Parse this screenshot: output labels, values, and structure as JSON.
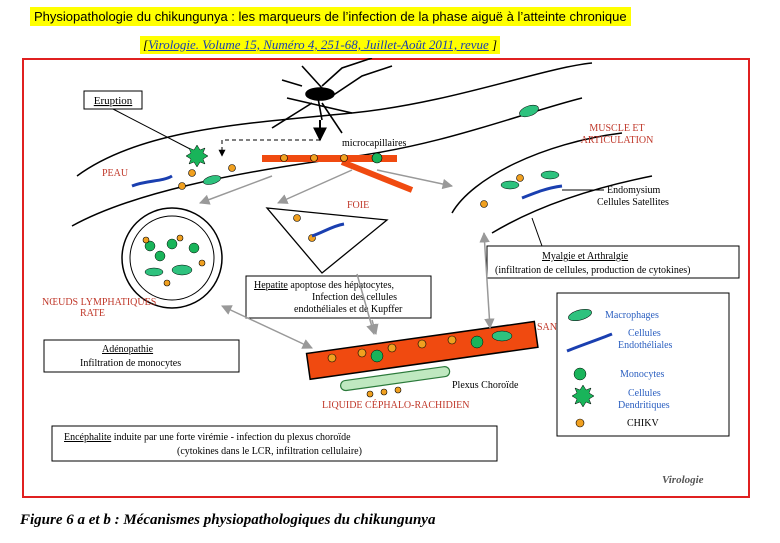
{
  "header": {
    "title": "Physiopathologie du chikungunya : les marqueurs de l’infection de la phase aiguë à l’atteinte chronique",
    "source_open": "[",
    "source_link": "Virologie. Volume 15, Numéro 4, 251-68, Juillet-Août 2011, revue",
    "source_close": " ]"
  },
  "diagram": {
    "eruption": "Eruption",
    "microcapillaires": "microcapillaires",
    "peau": "PEAU",
    "foie": "FOIE",
    "muscle_line1": "MUSCLE ET",
    "muscle_line2": "ARTICULATION",
    "endomysium": "Endomysium",
    "cellules_satellites": "Cellules Satellites",
    "myalgie_title": "Myalgie et Arthralgie",
    "myalgie_text": "(infiltration de cellules, production de cytokines)",
    "noeuds_line1": "NŒUDS LYMPHATIQUES",
    "noeuds_line2": "RATE",
    "hepatite_title": "Hepatite",
    "hepatite_line1": " apoptose des hépatocytes,",
    "hepatite_line2": "Infection des cellules",
    "hepatite_line3": "endothéliales et de Kupffer",
    "adenopathie_title": "Adénopathie",
    "adenopathie_text": "Infiltration de monocytes",
    "sang": "SANG",
    "plexus": "Plexus Choroïde",
    "lcr": "LIQUIDE CÉPHALO-RACHIDIEN",
    "encephalite_title": "Encéphalite",
    "encephalite_line1": "  induite par une forte virémie - infection du plexus choroïde",
    "encephalite_line2": "(cytokines dans le LCR, infiltration cellulaire)",
    "logo": "Virologie"
  },
  "legend": {
    "items": [
      {
        "label": "Macrophages",
        "icon": "macrophage-icon",
        "color": "#2ec27e"
      },
      {
        "label": "Cellules Endothéliales",
        "line1": "Cellules",
        "line2": "Endothéliales",
        "icon": "endothelial-cell-icon",
        "color": "#1a3fb0"
      },
      {
        "label": "Monocytes",
        "icon": "monocyte-icon",
        "color": "#19b45a"
      },
      {
        "label": "Cellules Dendritiques",
        "line1": "Cellules",
        "line2": "Dendritiques",
        "icon": "dendritic-cell-icon",
        "color": "#19b45a"
      },
      {
        "label": "CHIKV",
        "icon": "chikv-icon",
        "color": "#f0a020"
      }
    ]
  },
  "caption": "Figure 6 a et b : Mécanismes physiopathologiques du chikungunya",
  "colors": {
    "frame": "#e02020",
    "highlight": "#ffff00",
    "label_red": "#c0392b",
    "legend_blue": "#2b5fc0",
    "vessel": "#f04a10",
    "virus": "#f0a020",
    "macrophage": "#2ec27e"
  }
}
